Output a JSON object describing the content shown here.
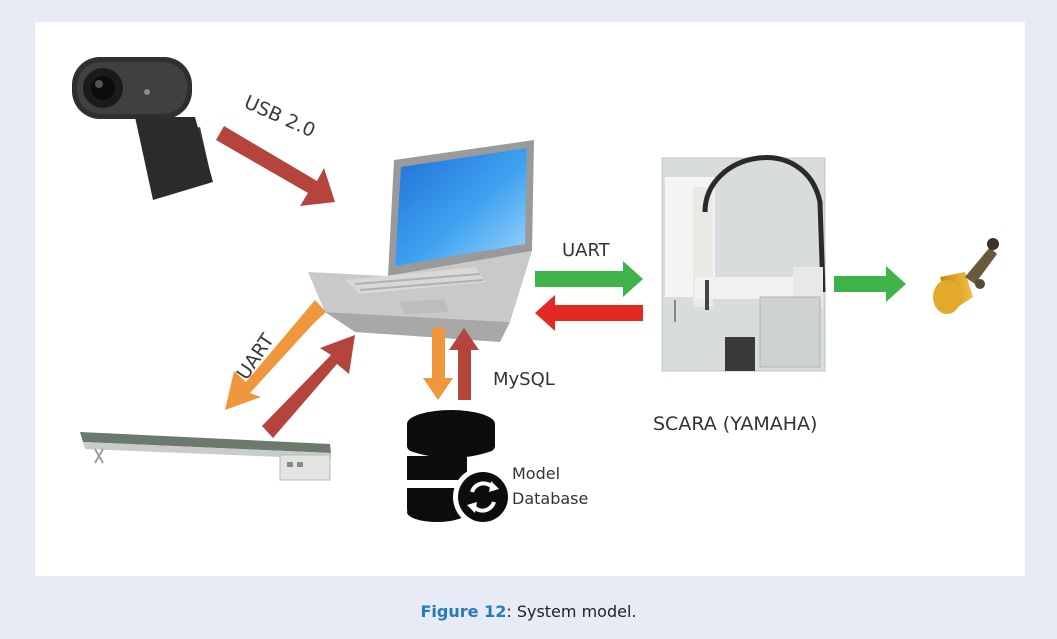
{
  "diagram": {
    "labels": {
      "usb": "USB 2.0",
      "uart_right": "UART",
      "uart_left": "UART",
      "mysql": "MySQL",
      "db_line1": "Model",
      "db_line2": "Database",
      "scara": "SCARA (YAMAHA)"
    },
    "icons": [
      "webcam-icon",
      "laptop-icon",
      "conveyor-belt-icon",
      "database-icon",
      "scara-robot-image",
      "product-part-image"
    ],
    "colors": {
      "usb_arrow": "#b5443d",
      "uart_out": "#f0963c",
      "uart_in": "#b5443d",
      "green_arrow": "#3fb34a",
      "red_arrow": "#e32a22",
      "mysql_down": "#f0963c",
      "mysql_up": "#b5443d"
    }
  },
  "caption": {
    "figure_label": "Figure 12",
    "text": ": System model."
  }
}
